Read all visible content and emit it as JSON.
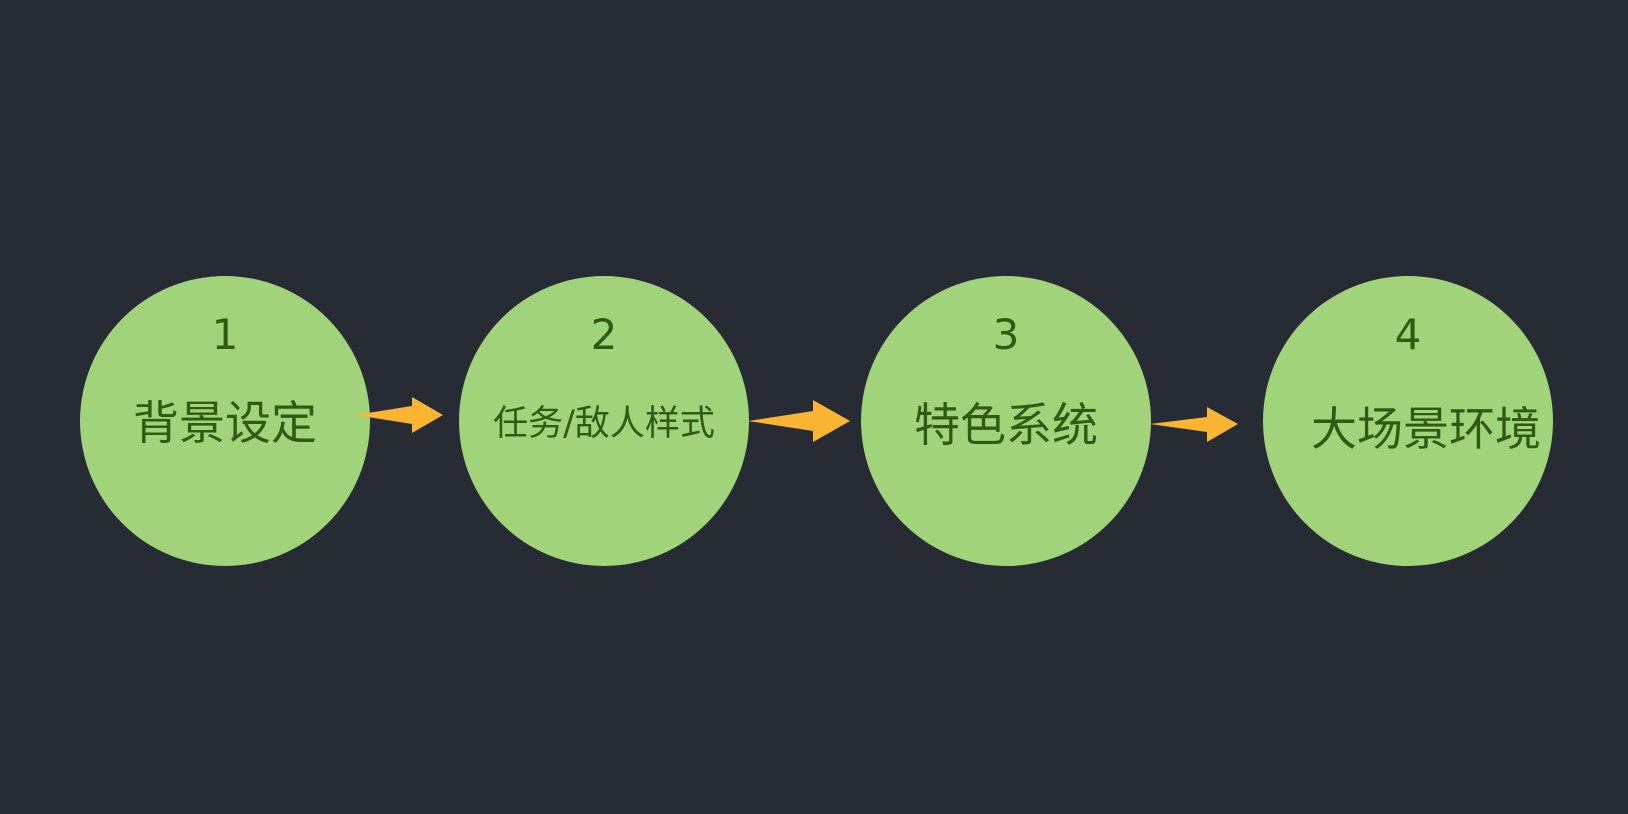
{
  "colors": {
    "background": "#272b34",
    "node_fill": "#a1d37a",
    "node_text": "#2f5a12",
    "arrow": "#fbb532"
  },
  "nodes": [
    {
      "number": "1",
      "label": "背景设定"
    },
    {
      "number": "2",
      "label": "任务/敌人样式"
    },
    {
      "number": "3",
      "label": "特色系统"
    },
    {
      "number": "4",
      "label": "大场景环境"
    }
  ],
  "connectors": [
    {
      "from": "1",
      "to": "2",
      "icon": "arrow-right-icon"
    },
    {
      "from": "2",
      "to": "3",
      "icon": "arrow-right-icon"
    },
    {
      "from": "3",
      "to": "4",
      "icon": "arrow-right-icon"
    }
  ]
}
